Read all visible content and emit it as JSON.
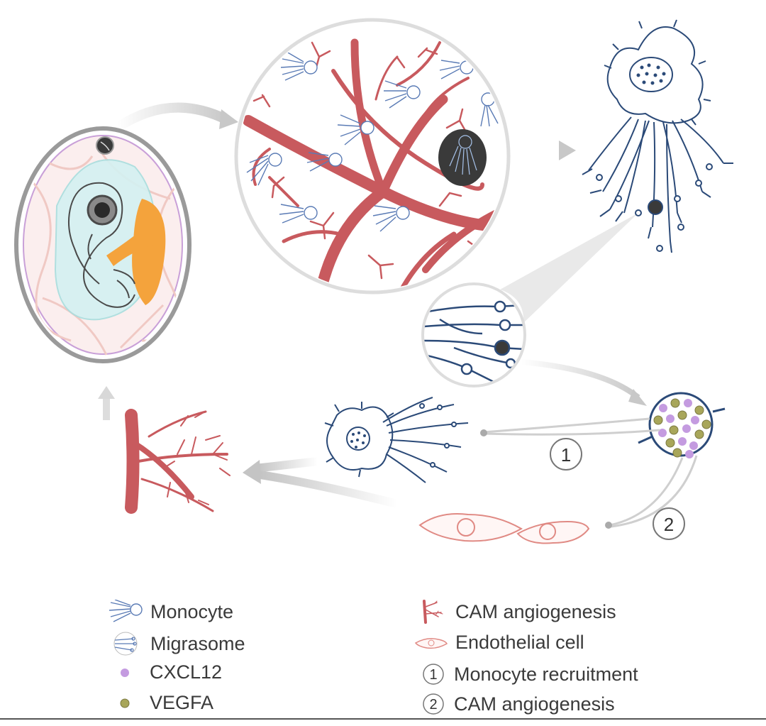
{
  "diagram": {
    "step_markers": [
      "1",
      "2"
    ],
    "legend": [
      {
        "key": "monocyte",
        "label": "Monocyte"
      },
      {
        "key": "migrasome",
        "label": "Migrasome"
      },
      {
        "key": "cxcl12",
        "label": "CXCL12",
        "color": "#c49be0"
      },
      {
        "key": "vegfa",
        "label": "VEGFA",
        "color": "#a8a65a"
      },
      {
        "key": "cam_angiogenesis",
        "label": "CAM angiogenesis"
      },
      {
        "key": "endothelial_cell",
        "label": "Endothelial cell"
      },
      {
        "key": "step1",
        "marker": "1",
        "label": "Monocyte recruitment"
      },
      {
        "key": "step2",
        "marker": "2",
        "label": "CAM angiogenesis"
      }
    ]
  },
  "colors": {
    "vessel": "#c85a5e",
    "vessel_light": "#f0c9c4",
    "cell_outline": "#2b4a78",
    "arrow": "#cfcfcf",
    "egg_shell": "#9a9a9a",
    "yolk": "#f4a33c",
    "embryo_fluid": "#cfeff1",
    "endothelial": "#e08a84"
  }
}
